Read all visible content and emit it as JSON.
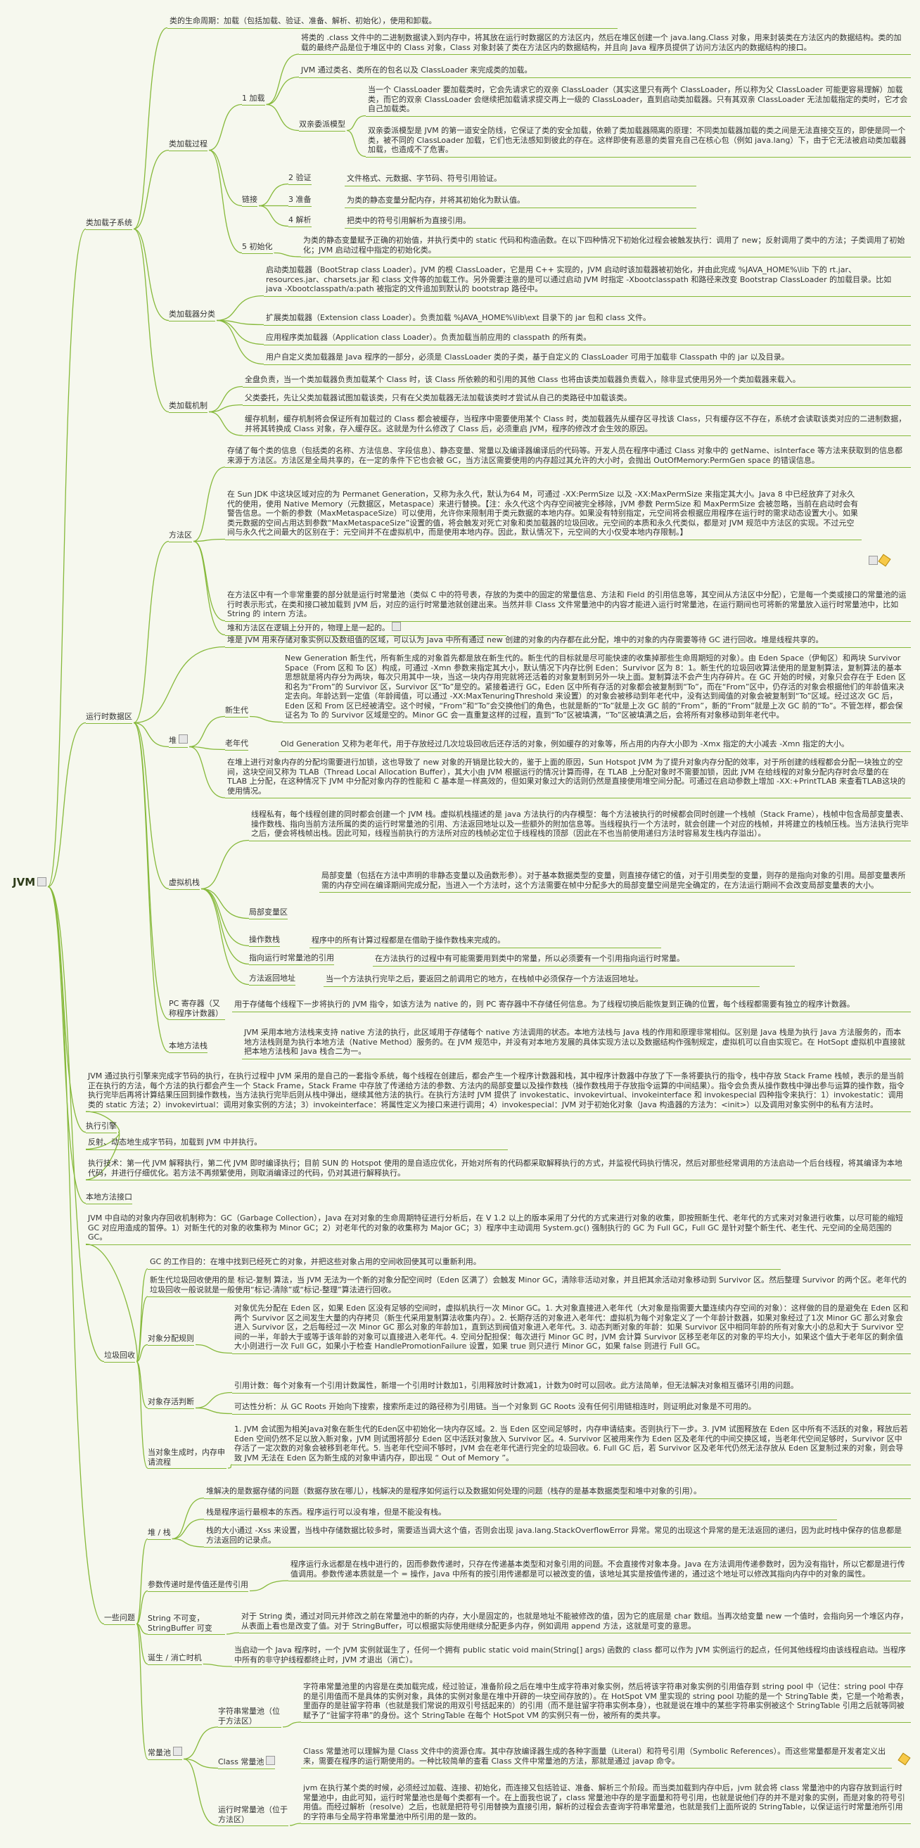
{
  "root": "JVM",
  "l1": {
    "classloader": "类加载子系统",
    "runtime": "运行时数据区",
    "exec": "执行引擎",
    "native": "本地方法接口",
    "gc": "垃圾回收",
    "misc": "一些问题"
  },
  "cl": {
    "lifecycle": "类的生命周期：加载（包括加载、验证、准备、解析、初始化），使用和卸载。",
    "process": "类加载过程",
    "load": "1 加载",
    "load_p1": "将类的 .class 文件中的二进制数据读入到内存中，将其放在运行时数据区的方法区内，然后在堆区创建一个 java.lang.Class 对象，用来封装类在方法区内的数据结构。类的加载的最终产品是位于堆区中的 Class 对象，Class 对象封装了类在方法区内的数据结构，并且向 Java 程序员提供了访问方法区内的数据结构的接口。",
    "load_p2": "JVM 通过类名、类所在的包名以及 ClassLoader 来完成类的加载。",
    "delegate": "双亲委派模型",
    "delegate_p1": "当一个 ClassLoader 要加载类时，它会先请求它的双亲 ClassLoader（其实这里只有两个 ClassLoader，所以称为父 ClassLoader 可能更容易理解）加载类，而它的双亲 ClassLoader 会继续把加载请求提交再上一级的 ClassLoader，直到启动类加载器。只有其双亲 ClassLoader 无法加载指定的类时，它才会自己加载类。",
    "delegate_p2": "双亲委派模型是 JVM 的第一道安全防线，它保证了类的安全加载，依赖了类加载器隔离的原理：不同类加载器加载的类之间是无法直接交互的，即使是同一个类，被不同的 ClassLoader 加载，它们也无法感知到彼此的存在。这样即使有恶意的类冒充自己在核心包（例如 java.lang）下，由于它无法被启动类加载器加载，也造成不了危害。",
    "link": "链接",
    "verify": "2 验证",
    "verify_p": "文件格式、元数据、字节码、符号引用验证。",
    "prepare": "3 准备",
    "prepare_p": "为类的静态变量分配内存，并将其初始化为默认值。",
    "resolve": "4 解析",
    "resolve_p": "把类中的符号引用解析为直接引用。",
    "init": "5 初始化",
    "init_p": "为类的静态变量赋予正确的初始值，并执行类中的 static 代码和构造函数。在以下四种情况下初始化过程会被触发执行：调用了 new；反射调用了类中的方法；子类调用了初始化；JVM 启动过程中指定的初始化类。",
    "types": "类加载器分类",
    "t_boot": "启动类加载器（BootStrap class Loader）。JVM 的根 ClassLoader，它是用 C++ 实现的，JVM 启动时该加载器被初始化，并由此完成 %JAVA_HOME%\\lib 下的 rt.jar、resources.jar、charsets.jar 和 class 文件等的加载工作。另外需要注意的是可以通过启动 JVM 时指定 -Xbootclasspath 和路径来改变 Bootstrap ClassLoader 的加载目录。比如 java -Xbootclasspath/a:path 被指定的文件追加到默认的 bootstrap 路径中。",
    "t_ext": "扩展类加载器（Extension class Loader）。负责加载 %JAVA_HOME%\\lib\\ext 目录下的 jar 包和 class 文件。",
    "t_app": "应用程序类加载器（Application class Loader）。负责加载当前应用的 classpath 的所有类。",
    "t_user": "用户自定义类加载器是 Java 程序的一部分，必须是 ClassLoader 类的子类，基于自定义的 ClassLoader 可用于加载非 Classpath 中的 jar 以及目录。",
    "mech": "类加载机制",
    "m_total": "全盘负责，当一个类加载器负责加载某个 Class 时，该 Class 所依赖的和引用的其他 Class 也将由该类加载器负责载入，除非显式使用另外一个类加载器来载入。",
    "m_parent": "父类委托，先让父类加载器试图加载该类，只有在父类加载器无法加载该类时才尝试从自己的类路径中加载该类。",
    "m_cache": "缓存机制，缓存机制将会保证所有加载过的 Class 都会被缓存，当程序中需要使用某个 Class 时，类加载器先从缓存区寻找该 Class，只有缓存区不存在，系统才会读取该类对应的二进制数据，并将其转换成 Class 对象，存入缓存区。这就是为什么修改了 Class 后，必须重启 JVM，程序的修改才会生效的原因。"
  },
  "rt": {
    "method": "方法区",
    "method_p1": "存储了每个类的信息（包括类的名称、方法信息、字段信息）、静态变量、常量以及编译器编译后的代码等。开发人员在程序中通过 Class 对象中的 getName、isInterface 等方法来获取到的信息都来源于方法区。方法区是全局共享的，在一定的条件下它也会被 GC，当方法区需要使用的内存超过其允许的大小时，会抛出 OutOfMemory:PermGen space 的错误信息。",
    "method_p2": "在 Sun JDK 中这块区域对应的为 Permanet Generation，又称为永久代，默认为64 M，可通过 -XX:PermSize 以及 -XX:MaxPermSize 来指定其大小。Java 8 中已经放弃了对永久代的使用，使用 Native Memory（元数据区，Metaspace）来进行替换。【注：永久代这个内存空间被完全移除，JVM 参数 PermSize 和 MaxPermSize 会被忽略，当前在启动时会有警告信息。一个新的参数（MaxMetaspaceSize）可以使用，允许你来限制用于类元数据的本地内存。如果没有特别指定，元空间将会根据应用程序在运行时的需求动态设置大小。如果类元数据的空间占用达到参数“MaxMetaspaceSize”设置的值，将会触发对死亡对象和类加载器的垃圾回收。元空间的本质和永久代类似，都是对 JVM 规范中方法区的实现。不过元空间与永久代之间最大的区别在于：元空间并不在虚拟机中，而是使用本地内存。因此，默认情况下，元空间的大小仅受本地内存限制。】",
    "method_p3": "在方法区中有一个非常重要的部分就是运行时常量池（类似 C 中的符号表，存放的为类中的固定的常量信息、方法和 Field 的引用信息等，其空间从方法区中分配），它是每一个类或接口的常量池的运行时表示形式，在类和接口被加载到 JVM 后，对应的运行时常量池就创建出来。当然并非 Class 文件常量池中的内容才能进入运行时常量池，在运行期间也可将新的常量放入运行时常量池中，比如 String 的 intern 方法。",
    "method_p4": "堆和方法区在逻辑上分开的，物理上是一起的。",
    "heap_intro": "堆是 JVM 用来存储对象实例以及数组值的区域，可以认为 Java 中所有通过 new 创建的对象的内存都在此分配，堆中的对象的内存需要等待 GC 进行回收。堆是线程共享的。",
    "heap": "堆",
    "young": "新生代",
    "young_p": "New Generation 新生代，所有新生成的对象首先都是放在新生代的。新生代的目标就是尽可能快速的收集掉那些生命周期短的对象）。由 Eden Space（伊甸区）和两块 Survivor Space（From 区和 To 区）构成，可通过 -Xmn 参数来指定其大小，默认情况下内存比例 Eden：Survivor 区为 8：1。新生代的垃圾回收算法使用的是复制算法，复制算法的基本思想就是将内存分为两块，每次只用其中一块，当这一块内存用完就将还活着的对象复制到另外一块上面。复制算法不会产生内存碎片。在 GC 开始的时候，对象只会存在于 Eden 区和名为“From”的 Survivor 区，Survivor 区“To”是空的。紧接着进行 GC，Eden 区中所有存活的对象都会被复制到“To”，而在“From”区中，仍存活的对象会根据他们的年龄值来决定去向。年龄达到一定值（年龄阈值，可以通过 -XX:MaxTenuringThreshold 来设置）的对象会被移动到年老代中，没有达到阈值的对象会被复制到“To”区域。经过这次 GC 后，Eden 区和 From 区已经被清空。这个时候，“From”和“To”会交换他们的角色，也就是新的“To”就是上次 GC 前的“From”，新的“From”就是上次 GC 前的“To”。不管怎样，都会保证名为 To 的 Survivor 区域是空的。Minor GC 会一直重复这样的过程，直到“To”区被填满，“To”区被填满之后，会将所有对象移动到年老代中。",
    "old": "老年代",
    "old_p": "Old Generation 又称为老年代，用于存放经过几次垃圾回收后还存活的对象，例如缓存的对象等，所占用的内存大小即为 -Xmx 指定的大小减去 -Xmn 指定的大小。",
    "tlab": "在堆上进行对象内存的分配均需要进行加锁，这也导致了 new 对象的开销是比较大的，鉴于上面的原因，Sun Hotspot JVM 为了提升对象内存分配的效率，对于所创建的线程都会分配一块独立的空间，这块空间又称为 TLAB（Thread Local Allocation Buffer），其大小由 JVM 根据运行的情况计算而得，在 TLAB 上分配对象时不需要加锁，因此 JVM 在给线程的对象分配内存时会尽量的在 TLAB 上分配，在这种情况下 JVM 中分配对象内存的性能和 C 基本是一样高效的，但如果对象过大的话则仍然是直接使用堆空间分配。可通过在启动参数上增加 -XX:+PrintTLAB 来查看TLAB这块的使用情况。",
    "vmstack": "虚拟机栈",
    "vmstack_p": "线程私有，每个线程创建的同时都会创建一个 JVM 栈。虚拟机栈描述的是 java 方法执行的内存模型：每个方法被执行的时候都会同时创建一个栈帧（Stack Frame），栈帧中包含局部变量表、操作数栈、指向当前方法所属的类的运行时常量池的引用、方法返回地址以及一些额外的附加信息等。当线程执行一个方法时，就会创建一个对应的栈帧，并将建立的栈帧压栈。当方法执行完毕之后，便会将栈帧出栈。因此可知，线程当前执行的方法所对应的栈帧必定位于线程栈的顶部（因此在不也当前使用递归方法时容易发生栈内存溢出）。",
    "locals": "局部变量区",
    "locals_p": "局部变量（包括在方法中声明的非静态变量以及函数形参）。对于基本数据类型的变量，则直接存储它的值，对于引用类型的变量，则存的是指向对象的引用。局部变量表所需的内存空间在编译期间完成分配，当进入一个方法时，这个方法需要在帧中分配多大的局部变量空间是完全确定的，在方法运行期间不会改变局部变量表的大小。",
    "operand": "操作数栈",
    "operand_p": "程序中的所有计算过程都是在借助于操作数栈来完成的。",
    "cpref": "指向运行时常量池的引用",
    "cpref_p": "在方法执行的过程中有可能需要用到类中的常量，所以必须要有一个引用指向运行时常量。",
    "retaddr": "方法返回地址",
    "retaddr_p": "当一个方法执行完毕之后，要返回之前调用它的地方，在栈帧中必须保存一个方法返回地址。",
    "pc": "PC 寄存器（又称程序计数器）",
    "pc_p": "用于存储每个线程下一步将执行的 JVM 指令，如该方法为 native 的，则 PC 寄存器中不存储任何信息。为了线程切换后能恢复到正确的位置，每个线程都需要有独立的程序计数器。",
    "nstack": "本地方法栈",
    "nstack_p": "JVM 采用本地方法栈来支持 native 方法的执行，此区域用于存储每个 native 方法调用的状态。本地方法栈与 Java 栈的作用和原理非常相似。区别是 Java 栈是为执行 Java 方法服务的，而本地方法栈则是为执行本地方法（Native Method）服务的。在 JVM 规范中，并没有对本地方发展的具体实现方法以及数据结构作强制规定，虚拟机可以自由实现它。在 HotSopt 虚拟机中直接就把本地方法栈和 Java 栈合二为一。"
  },
  "ex": {
    "p1": "JVM 通过执行引擎来完成字节码的执行，在执行过程中 JVM 采用的是自己的一套指令系统，每个线程在创建后，都会产生一个程序计数器和栈，其中程序计数器中存放了下一条将要执行的指令，栈中存放 Stack Frame 栈帧，表示的是当前正在执行的方法，每个方法的执行都会产生一个 Stack Frame，Stack Frame 中存放了传递给方法的参数、方法内的局部变量以及操作数栈（操作数栈用于存放指令运算的中间结果）。指令会负责从操作数栈中弹出参与运算的操作数，指令执行完毕后再将计算结果压回到操作数栈，当方法执行完毕后则从栈中弹出，继续其他方法的执行。在执行方法时 JVM 提供了 invokestatic、invokevirtual、invokeinterface 和 invokespecial 四种指令来执行：1）invokestatic：调用类的 static 方法；2）invokevirtual：调用对象实例的方法；3）invokeinterface：将属性定义为接口来进行调用；4）invokespecial：JVM 对于初始化对象（Java 构造器的方法为：<init>）以及调用对象实例中的私有方法时。",
    "p2": "反射、动态地生成字节码，加载到 JVM 中并执行。",
    "p3": "执行技术：第一代 JVM 解释执行，第二代 JVM 即时编译执行；目前 SUN 的 Hotspot 使用的是自适应优化，开始对所有的代码都采取解释执行的方式，并监视代码执行情况，然后对那些经常调用的方法启动一个后台线程，将其编译为本地代码，并进行仔细优化。若方法不再频繁使用，则取消编译过的代码，仍对其进行解释执行。"
  },
  "gc": {
    "p1": "JVM 中自动的对象内存回收机制称为：GC（Garbage Collection），Java 在对对象的生命周期特征进行分析后，在 V 1.2 以上的版本采用了分代的方式来进行对象的收集，即按照新生代、老年代的方式来对对象进行收集，以尽可能的缩短 GC 对应用造成的暂停。1）对新生代的对象的收集称为 Minor GC；2）对老年代的对象的收集称为 Major GC；3）程序中主动调用 System.gc() 强制执行的 GC 为 Full GC，Full GC 是针对整个新生代、老生代、元空间的全局范围的GC。",
    "p2": "GC 的工作目的：在堆中找到已经死亡的对象，并把这些对象占用的空间收回使其可以重新利用。",
    "p3": "新生代垃圾回收使用的是 标记-复制 算法，当 JVM 无法为一个新的对象分配空间时（Eden 区满了）会触发 Minor GC，清除非活动对象，并且把其余活动对象移动到 Survivor 区。然后整理 Survivor 的两个区。老年代的垃圾回收一般说就是一般使用“标记-清除”或“标记-整理”算法进行回收。",
    "alloc": "对象分配规则",
    "alloc_p": "对象优先分配在 Eden 区，如果 Eden 区没有足够的空间时，虚拟机执行一次 Minor GC。1. 大对象直接进入老年代（大对象是指需要大量连续内存空间的对象）：这样做的目的是避免在 Eden 区和两个 Survivor 区之间发生大量的内存拷贝（新生代采用复制算法收集内存）。2. 长期存活的对象进入老年代：虚拟机为每个对象定义了一个年龄计数器，如果对象经过了1次 Minor GC 那么对象会进入 Survivor 区，之后每经过一次 Minor GC 那么对象的年龄加1，直到达到阀值对象进入老年代。3. 动态判断对象的年龄：如果 Survivor 区中相同年龄的所有对象大小的总和大于 Survivor 空间的一半，年龄大于或等于该年龄的对象可以直接进入老年代。4. 空间分配担保：每次进行 Minor GC 时，JVM 会计算 Survivor 区移至老年区的对象的平均大小，如果这个值大于老年区的剩余值大小则进行一次 Full GC，如果小于检查 HandlePromotionFailure 设置，如果 true 则只进行 Minor GC，如果 false 则进行 Full GC。",
    "alive": "对象存活判断",
    "alive_p1": "引用计数：每个对象有一个引用计数属性，新增一个引用时计数加1，引用释放时计数减1，计数为0时可以回收。此方法简单，但无法解决对象相互循环引用的问题。",
    "alive_p2": "可达性分析：从 GC Roots 开始向下搜索，搜索所走过的路径称为引用链。当一个对象到 GC Roots 没有任何引用链相连时，则证明此对象是不可用的。",
    "oom": "当对象生成时，内存申请流程",
    "oom_p": "1. JVM 会试图为相关Java对象在新生代的Eden区中初始化一块内存区域。2. 当 Eden 区空间足够时，内存申请结束。否则执行下一步。3. JVM 试图释放在 Eden 区中所有不活跃的对象，释放后若 Eden 空间仍然不足以放入新对象，JVM 则试图将部分 Eden 区中活跃对象放入 Survivor 区。4. Survivor 区被用来作为 Eden 区及老年代的中间交换区域，当老年代空间足够时，Survivor 区中存活了一定次数的对象会被移到老年代。5. 当老年代空间不够时，JVM 会在老年代进行完全的垃圾回收。6. Full GC 后，若 Survivor 区及老年代仍然无法存放从 Eden 区复制过来的对象，则会导致 JVM 无法在 Eden 区为新生成的对象申请内存，即出现 “ Out of Memory ”。"
  },
  "misc": {
    "stack": "堆 / 栈",
    "stack_p1": "堆解决的是数据存储的问题（数据存放在哪儿），栈解决的是程序如何运行以及数据如何处理的问题（栈存的是基本数据类型和堆中对象的引用）。",
    "stack_p2": "栈是程序运行最根本的东西。程序运行可以没有堆，但是不能没有栈。",
    "stack_p3": "栈的大小通过 -Xss 来设置，当栈中存储数据比较多时，需要适当调大这个值，否则会出现 java.lang.StackOverflowError 异常。常见的出现这个异常的是无法返回的递归，因为此时栈中保存的信息都是方法返回的记录点。",
    "pass": "参数传递时是传值还是传引用",
    "pass_p": "程序运行永远都是在栈中进行的，因而参数传递时，只存在传递基本类型和对象引用的问题。不会直接传对象本身。Java 在方法调用传递参数时，因为没有指针，所以它都是进行传值调用。参数传递本质就是一个 = 操作，Java 中所有的按引用传递都是可以被改变的值，该地址其实是按值传递的，通过这个地址可以修改其指向内存中的对象的属性。",
    "str": "String 不可变，StringBuffer 可变",
    "str_p": "对于 String 类，通过对同元并修改之前在常量池中的新的内存，大小是固定的，也就是地址不能被修改的值，因为它的底层是 char 数组。当再次给变量 new 一个值时，会指向另一个堆区内存，从表面上看也是改变了值。对于 StringBuffer，可以根据实际使用继续分配更多内存，例如调用 append 方法，这就是可变的意思。",
    "birth": "诞生 / 消亡时机",
    "birth_p": "当启动一个 Java 程序时，一个 JVM 实例就诞生了，任何一个拥有 public static void main(String[] args) 函数的 class 都可以作为 JVM 实例运行的起点，任何其他线程均由该线程启动。当程序中所有的非守护线程都终止时，JVM 才退出（消亡）。",
    "pool": "常量池",
    "sp": "字符串常量池（位于方法区）",
    "sp_p": "字符串常量池里的内容是在类加载完成，经过验证，准备阶段之后在堆中生成字符串对象实例，然后将该字符串对象实例的引用值存到 string pool 中（记住：string pool 中存的是引用值而不是具体的实例对象，具体的实例对象是在堆中开辟的一块空间存放的）。在 HotSpot VM 里实现的 string pool 功能的是一个 StringTable 类，它是一个哈希表，里面存的是驻留字符串（也就是我们常说的用双引号括起来的）的引用（而不是驻留字符串实例本身），也就是说在堆中的某些字符串实例被这个 StringTable 引用之后就等同被赋予了“驻留字符串”的身份。这个 StringTable 在每个 HotSpot VM 的实例只有一份，被所有的类共享。",
    "cp": "Class 常量池",
    "cp_p": "Class 常量池可以理解为是 Class 文件中的资源仓库。其中存放编译器生成的各种字面量（Literal）和符号引用（Symbolic References）。而这些常量都是开发者定义出来，需要在程序的运行期使用的。一种比较简单的查看 Class 文件中常量池的方法，那就是通过 javap 命令。",
    "rcp": "运行时常量池（位于方法区）",
    "rcp_p": "jvm 在执行某个类的时候，必须经过加载、连接、初始化，而连接又包括验证、准备、解析三个阶段。而当类加载到内存中后，jvm 就会将 class 常量池中的内容存放到运行时常量池中，由此可知，运行时常量池也是每个类都有一个。在上面我也说了，class 常量池中存的是字面量和符号引用，也就是说他们存的并不是对象的实例，而是对象的符号引用值。而经过解析（resolve）之后，也就是把符号引用替换为直接引用，解析的过程会去查询字符串常量池，也就是我们上面所说的 StringTable，以保证运行时常量池所引用的字符串与全局字符串常量池中所引用的是一致的。"
  }
}
